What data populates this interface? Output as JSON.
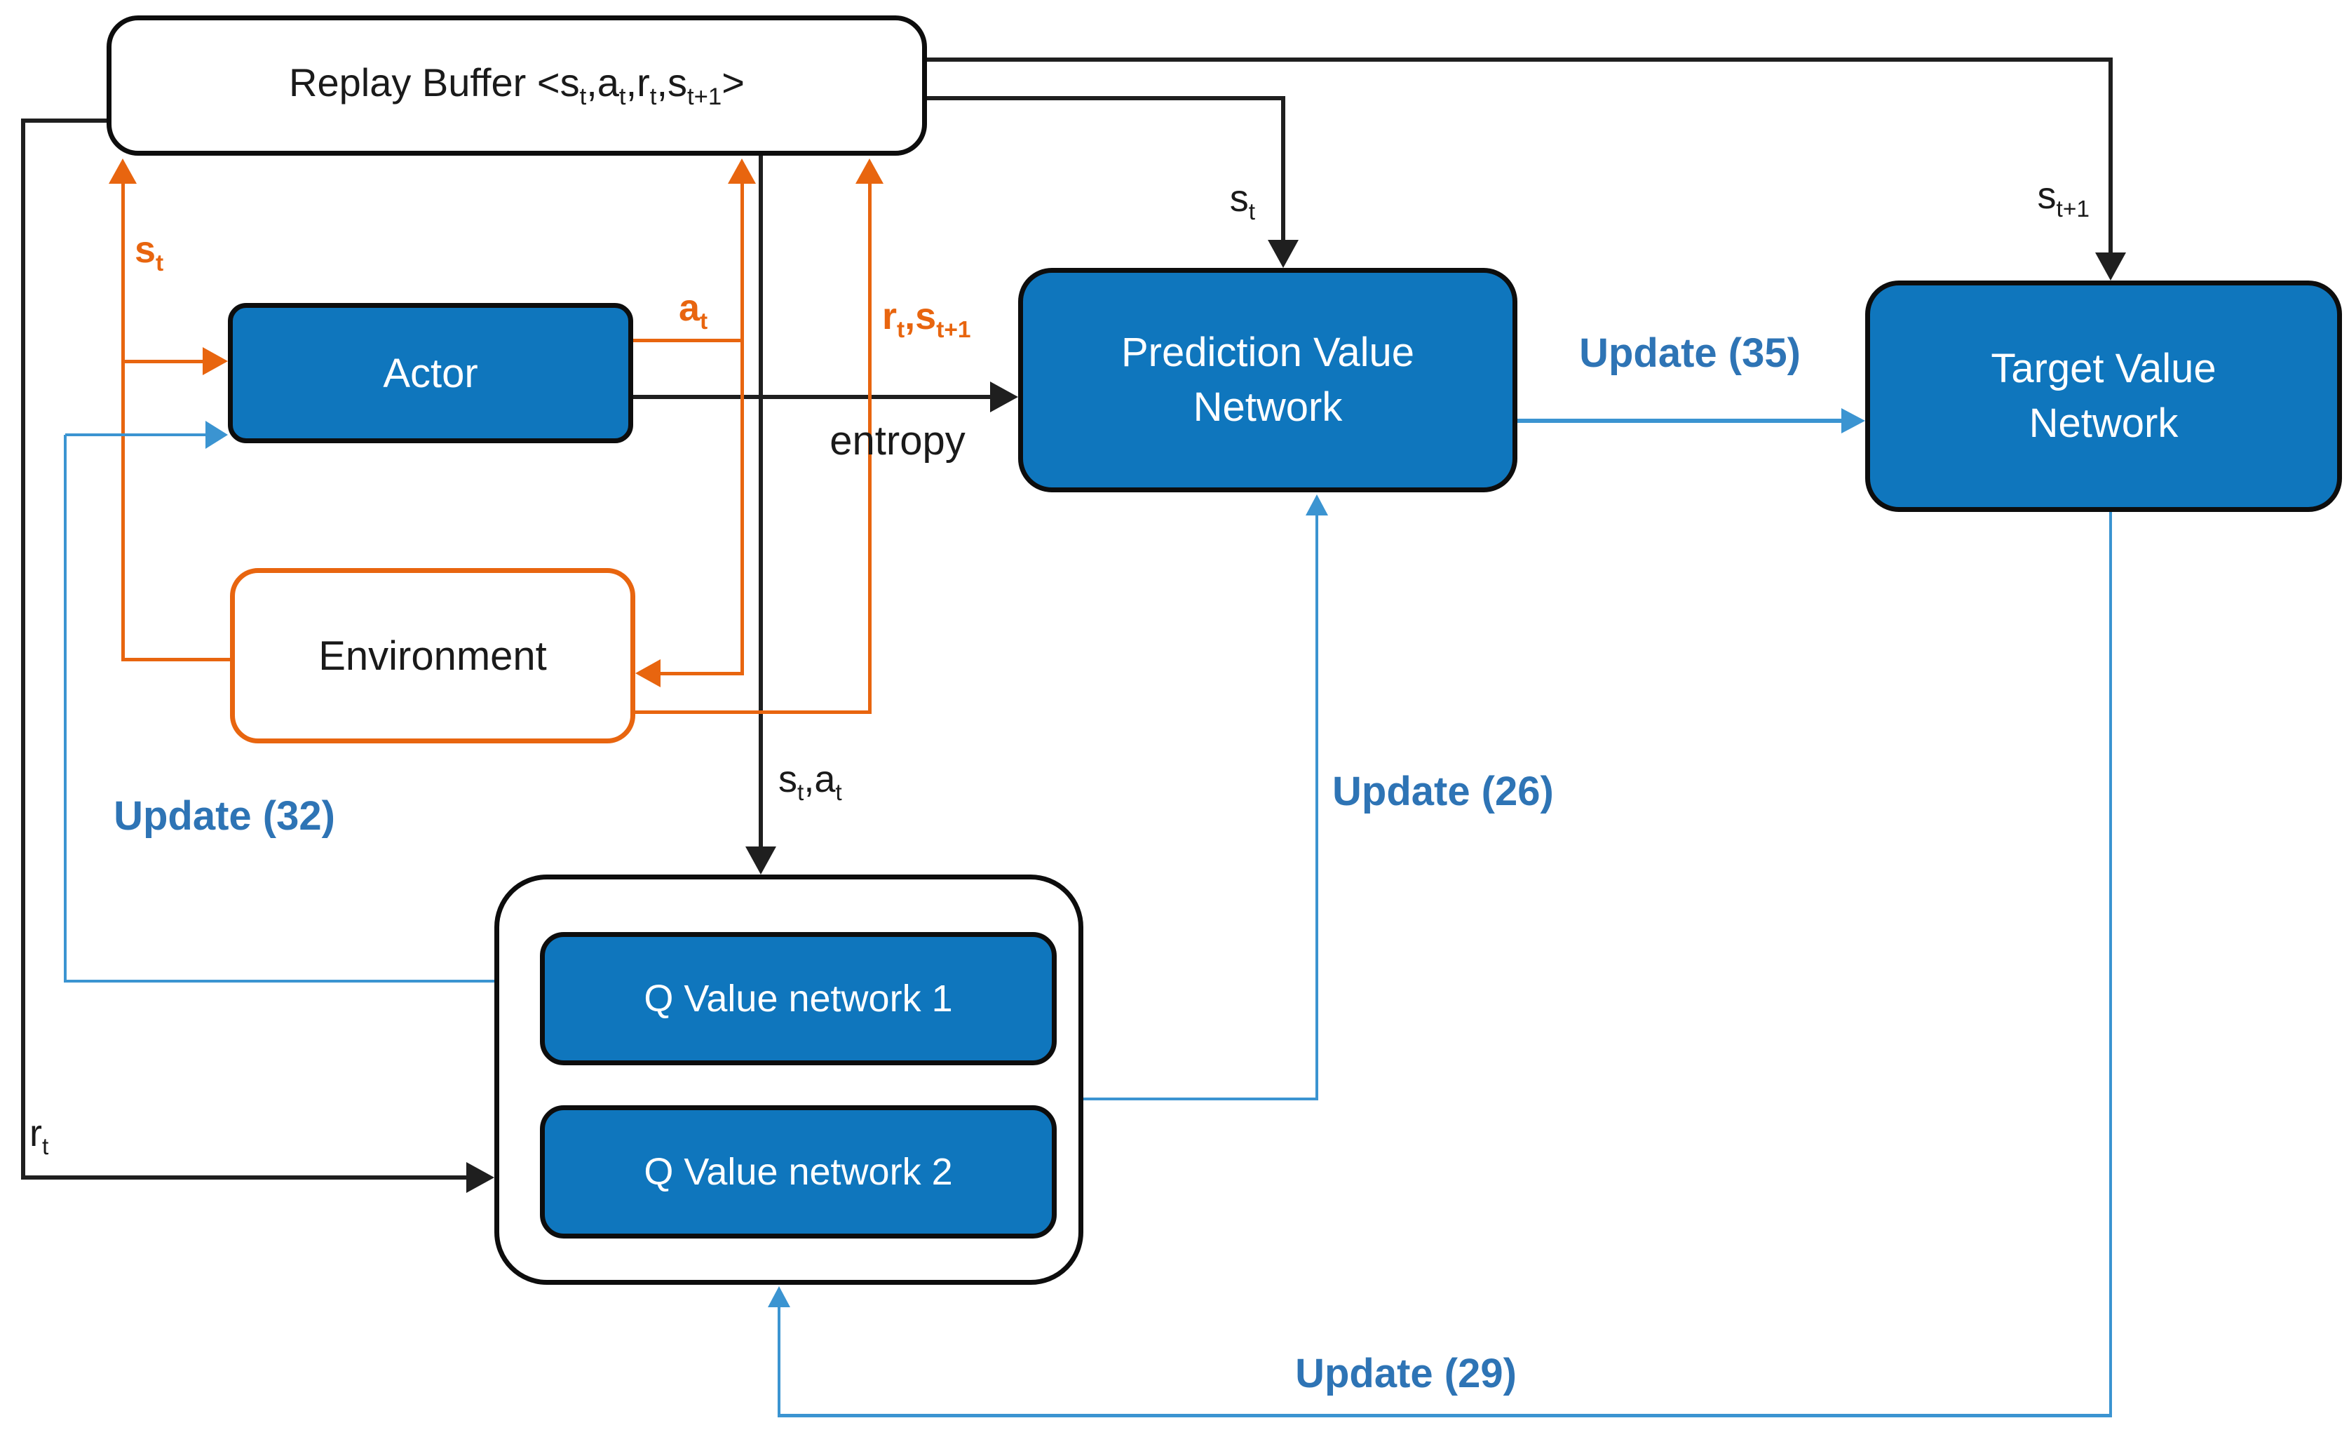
{
  "diagram_type": "reinforcement-learning architecture flow diagram",
  "colors": {
    "node_fill_blue": "#0F76BD",
    "node_border_black": "#0d0d0d",
    "node_text_white": "#ffffff",
    "orange_accent": "#E8650F",
    "blue_edge": "#3B94D1",
    "blue_label": "#2E74B5",
    "black_edge": "#1f1f1f",
    "background": "#ffffff"
  },
  "nodes": {
    "replay_buffer": {
      "label_rich": [
        {
          "t": "Replay Buffer <s"
        },
        {
          "t": "t",
          "sub": true
        },
        {
          "t": ",a"
        },
        {
          "t": "t",
          "sub": true
        },
        {
          "t": ",r"
        },
        {
          "t": "t",
          "sub": true
        },
        {
          "t": ",s"
        },
        {
          "t": "t+1",
          "sub": true
        },
        {
          "t": ">"
        }
      ]
    },
    "actor": {
      "label": "Actor"
    },
    "environment": {
      "label": "Environment"
    },
    "prediction_value_network": {
      "label": "Prediction Value Network"
    },
    "target_value_network": {
      "label": "Target Value Network"
    },
    "q_value_network_1": {
      "label": "Q Value network 1"
    },
    "q_value_network_2": {
      "label": "Q Value network 2"
    }
  },
  "edge_labels": {
    "s_t_orange": [
      {
        "t": "s"
      },
      {
        "t": "t",
        "sub": true
      }
    ],
    "a_t_orange": [
      {
        "t": "a"
      },
      {
        "t": "t",
        "sub": true
      }
    ],
    "rt_st1_orange": [
      {
        "t": "r"
      },
      {
        "t": "t",
        "sub": true
      },
      {
        "t": ",s"
      },
      {
        "t": "t+1",
        "sub": true
      }
    ],
    "entropy": "entropy",
    "s_t_black": [
      {
        "t": "s"
      },
      {
        "t": "t",
        "sub": true
      }
    ],
    "s_t1_black": [
      {
        "t": "s"
      },
      {
        "t": "t+1",
        "sub": true
      }
    ],
    "st_at_black": [
      {
        "t": "s"
      },
      {
        "t": "t",
        "sub": true
      },
      {
        "t": ",a"
      },
      {
        "t": "t",
        "sub": true
      }
    ],
    "r_t_black": [
      {
        "t": "r"
      },
      {
        "t": "t",
        "sub": true
      }
    ],
    "update_35": "Update (35)",
    "update_26": "Update (26)",
    "update_32": "Update (32)",
    "update_29": "Update (29)"
  }
}
